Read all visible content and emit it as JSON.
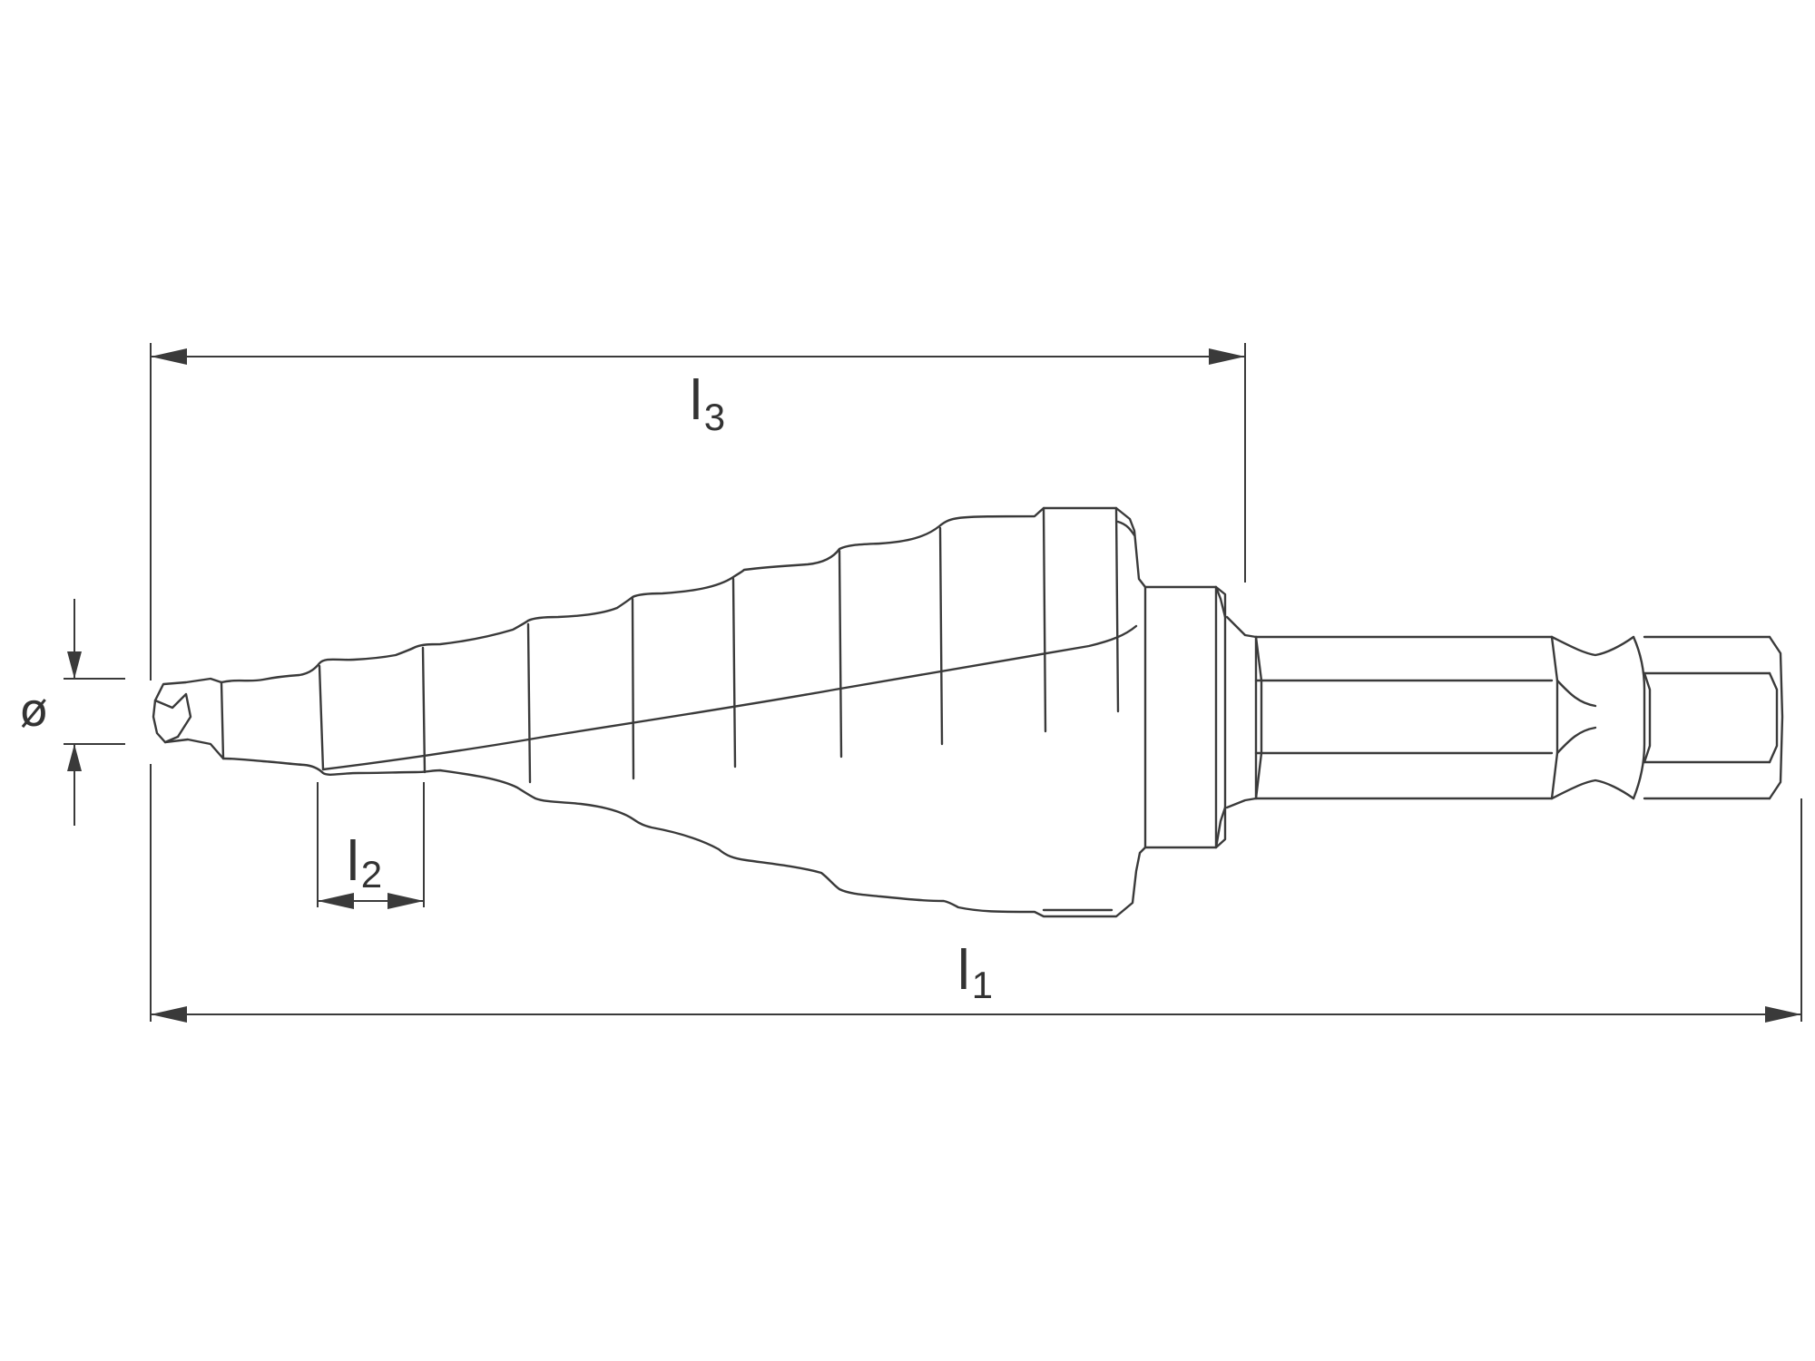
{
  "diagram": {
    "line_color": "#3a3a3a",
    "labels": {
      "l3": {
        "main": "l",
        "sub": "3"
      },
      "l2": {
        "main": "l",
        "sub": "2"
      },
      "l1": {
        "main": "l",
        "sub": "1"
      },
      "diameter": "ø"
    }
  }
}
